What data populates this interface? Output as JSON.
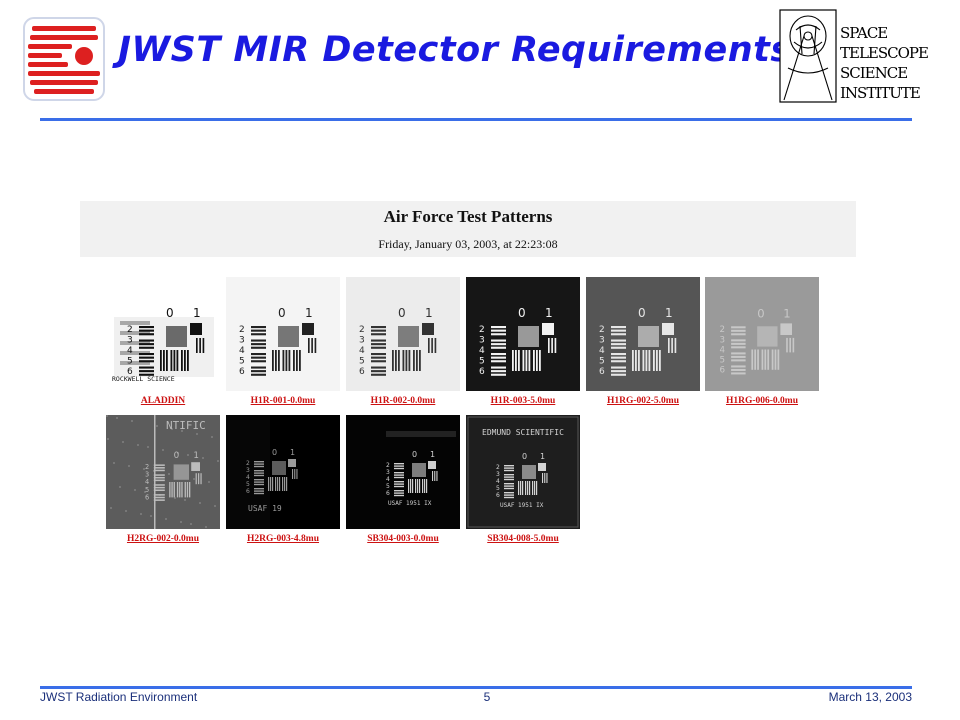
{
  "header": {
    "title": "JWST MIR Detector Requirements",
    "logo_right_text": [
      "SPACE",
      "TELESCOPE",
      "SCIENCE",
      "INSTITUTE"
    ]
  },
  "panel": {
    "title": "Air Force Test Patterns",
    "timestamp": "Friday, January 03, 2003, at 22:23:08"
  },
  "gallery": {
    "row1": [
      {
        "label": "ALADDIN",
        "style": "aladdin",
        "text": "ROCKWELL SCIENCE"
      },
      {
        "label": "H1R-001-0.0mu",
        "style": "light"
      },
      {
        "label": "H1R-002-0.0mu",
        "style": "light2"
      },
      {
        "label": "H1R-003-5.0mu",
        "style": "dark"
      },
      {
        "label": "H1RG-002-5.0mu",
        "style": "gray"
      },
      {
        "label": "H1RG-006-0.0mu",
        "style": "flat"
      }
    ],
    "row2": [
      {
        "label": "H2RG-002-0.0mu",
        "style": "noise",
        "text": "NTIFIC"
      },
      {
        "label": "H2RG-003-4.8mu",
        "style": "black",
        "text": "USAF 19"
      },
      {
        "label": "SB304-003-0.0mu",
        "style": "black2",
        "text": "USAF 1951  IX"
      },
      {
        "label": "SB304-008-5.0mu",
        "style": "edmund",
        "text": "EDMUND SCIENTIFIC",
        "text2": "USAF 1951  IX"
      }
    ]
  },
  "footer": {
    "left": "JWST Radiation Environment",
    "page": "5",
    "date": "March 13, 2003"
  }
}
